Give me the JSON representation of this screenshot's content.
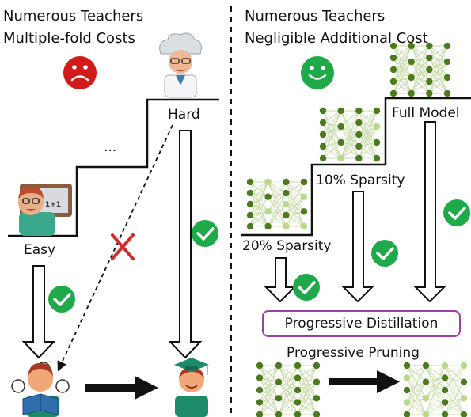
{
  "left": {
    "title_line1": "Numerous Teachers",
    "title_line2": "Multiple-fold Costs",
    "mood_icon": "sad-face-icon",
    "hard_label": "Hard",
    "easy_label": "Easy",
    "ellipsis": "...",
    "easy_teacher_icon": "teacher-blackboard-icon",
    "hard_teacher_icon": "professor-icon",
    "student_icon": "student-reading-icon",
    "graduate_icon": "graduate-student-icon",
    "blackboard_text": "1+1"
  },
  "right": {
    "title_line1": "Numerous Teachers",
    "title_line2": "Negligible Additional Cost",
    "mood_icon": "happy-face-icon",
    "full_label": "Full Model",
    "sparsity10_label": "10% Sparsity",
    "sparsity20_label": "20% Sparsity",
    "distill_label": "Progressive Distillation",
    "pruning_label": "Progressive Pruning"
  },
  "colors": {
    "sad": "#d11b1b",
    "happy": "#1faa4a",
    "check": "#1faa4a",
    "cross": "#d02a2a",
    "node_dark": "#4d7a1f",
    "node_light": "#b9d98a",
    "box_border": "#9c3fa6"
  }
}
